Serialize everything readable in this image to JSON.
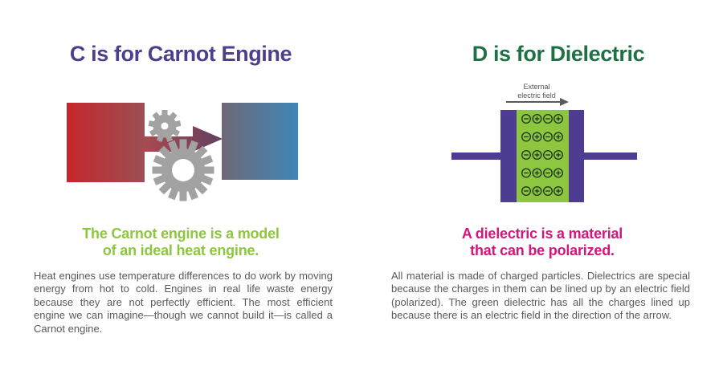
{
  "left_panel": {
    "title": "C is for Carnot Engine",
    "title_color": "#4e3f8e",
    "subtitle_line1": "The Carnot engine is a model",
    "subtitle_line2": "of an ideal heat engine.",
    "subtitle_color": "#8dc63f",
    "body": "Heat engines use temperature differences to do work by moving energy from hot to cold. Engines in real life waste energy because they are not perfectly efficient. The most efficient engine we can imagine—though we cannot build it—is called a Carnot engine.",
    "diagram": {
      "description": "hot red block, energy arrow through two gears, cold blue block",
      "hot_block_gradient": [
        "#c5262b",
        "#9c4f54"
      ],
      "cold_block_gradient": [
        "#6f6878",
        "#3f86b7"
      ],
      "arrow_gradient": [
        "#ab4a50",
        "#614060"
      ],
      "gear_color": "#a3a2a2"
    }
  },
  "right_panel": {
    "title": "D is for Dielectric",
    "title_color": "#1e7145",
    "field_label_line1": "External",
    "field_label_line2": "electric field",
    "subtitle_line1": "A dielectric is a material",
    "subtitle_line2": "that can be polarized.",
    "subtitle_color": "#d2167d",
    "body": "All material is made of charged particles. Dielectrics are special because the charges in them can be lined up by an electric field (polarized). The green dielectric has all the charges lined up because there is an electric field in the direction of the arrow.",
    "diagram": {
      "description": "capacitor with purple plates and wires, green polarized dielectric",
      "plate_color": "#4e3c92",
      "dielectric_color": "#8dc63f",
      "charge_rows": 5,
      "charge_pattern_per_row": [
        "−",
        "+",
        "−",
        "+"
      ],
      "field_arrow_color": "#58595b"
    }
  },
  "body_text_color": "#58595b",
  "background_color": "#ffffff"
}
